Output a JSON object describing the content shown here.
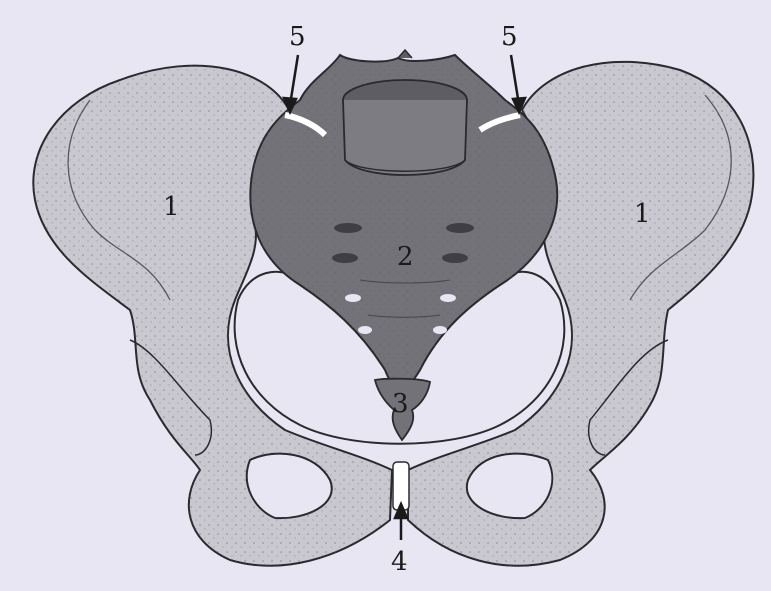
{
  "diagram": {
    "labels": {
      "ilium_left": "1",
      "ilium_right": "1",
      "sacrum": "2",
      "coccyx": "3",
      "pubic_symphysis": "4",
      "sacroiliac_left": "5",
      "sacroiliac_right": "5"
    },
    "colors": {
      "background": "#e8e6f2",
      "hip_bone": "#c9c7cf",
      "hip_bone_shade": "#b3b1ba",
      "sacrum": "#737278",
      "sacrum_dark": "#5e5d63",
      "outline": "#2a2a2e",
      "foramen": "#e8e6f2"
    }
  }
}
